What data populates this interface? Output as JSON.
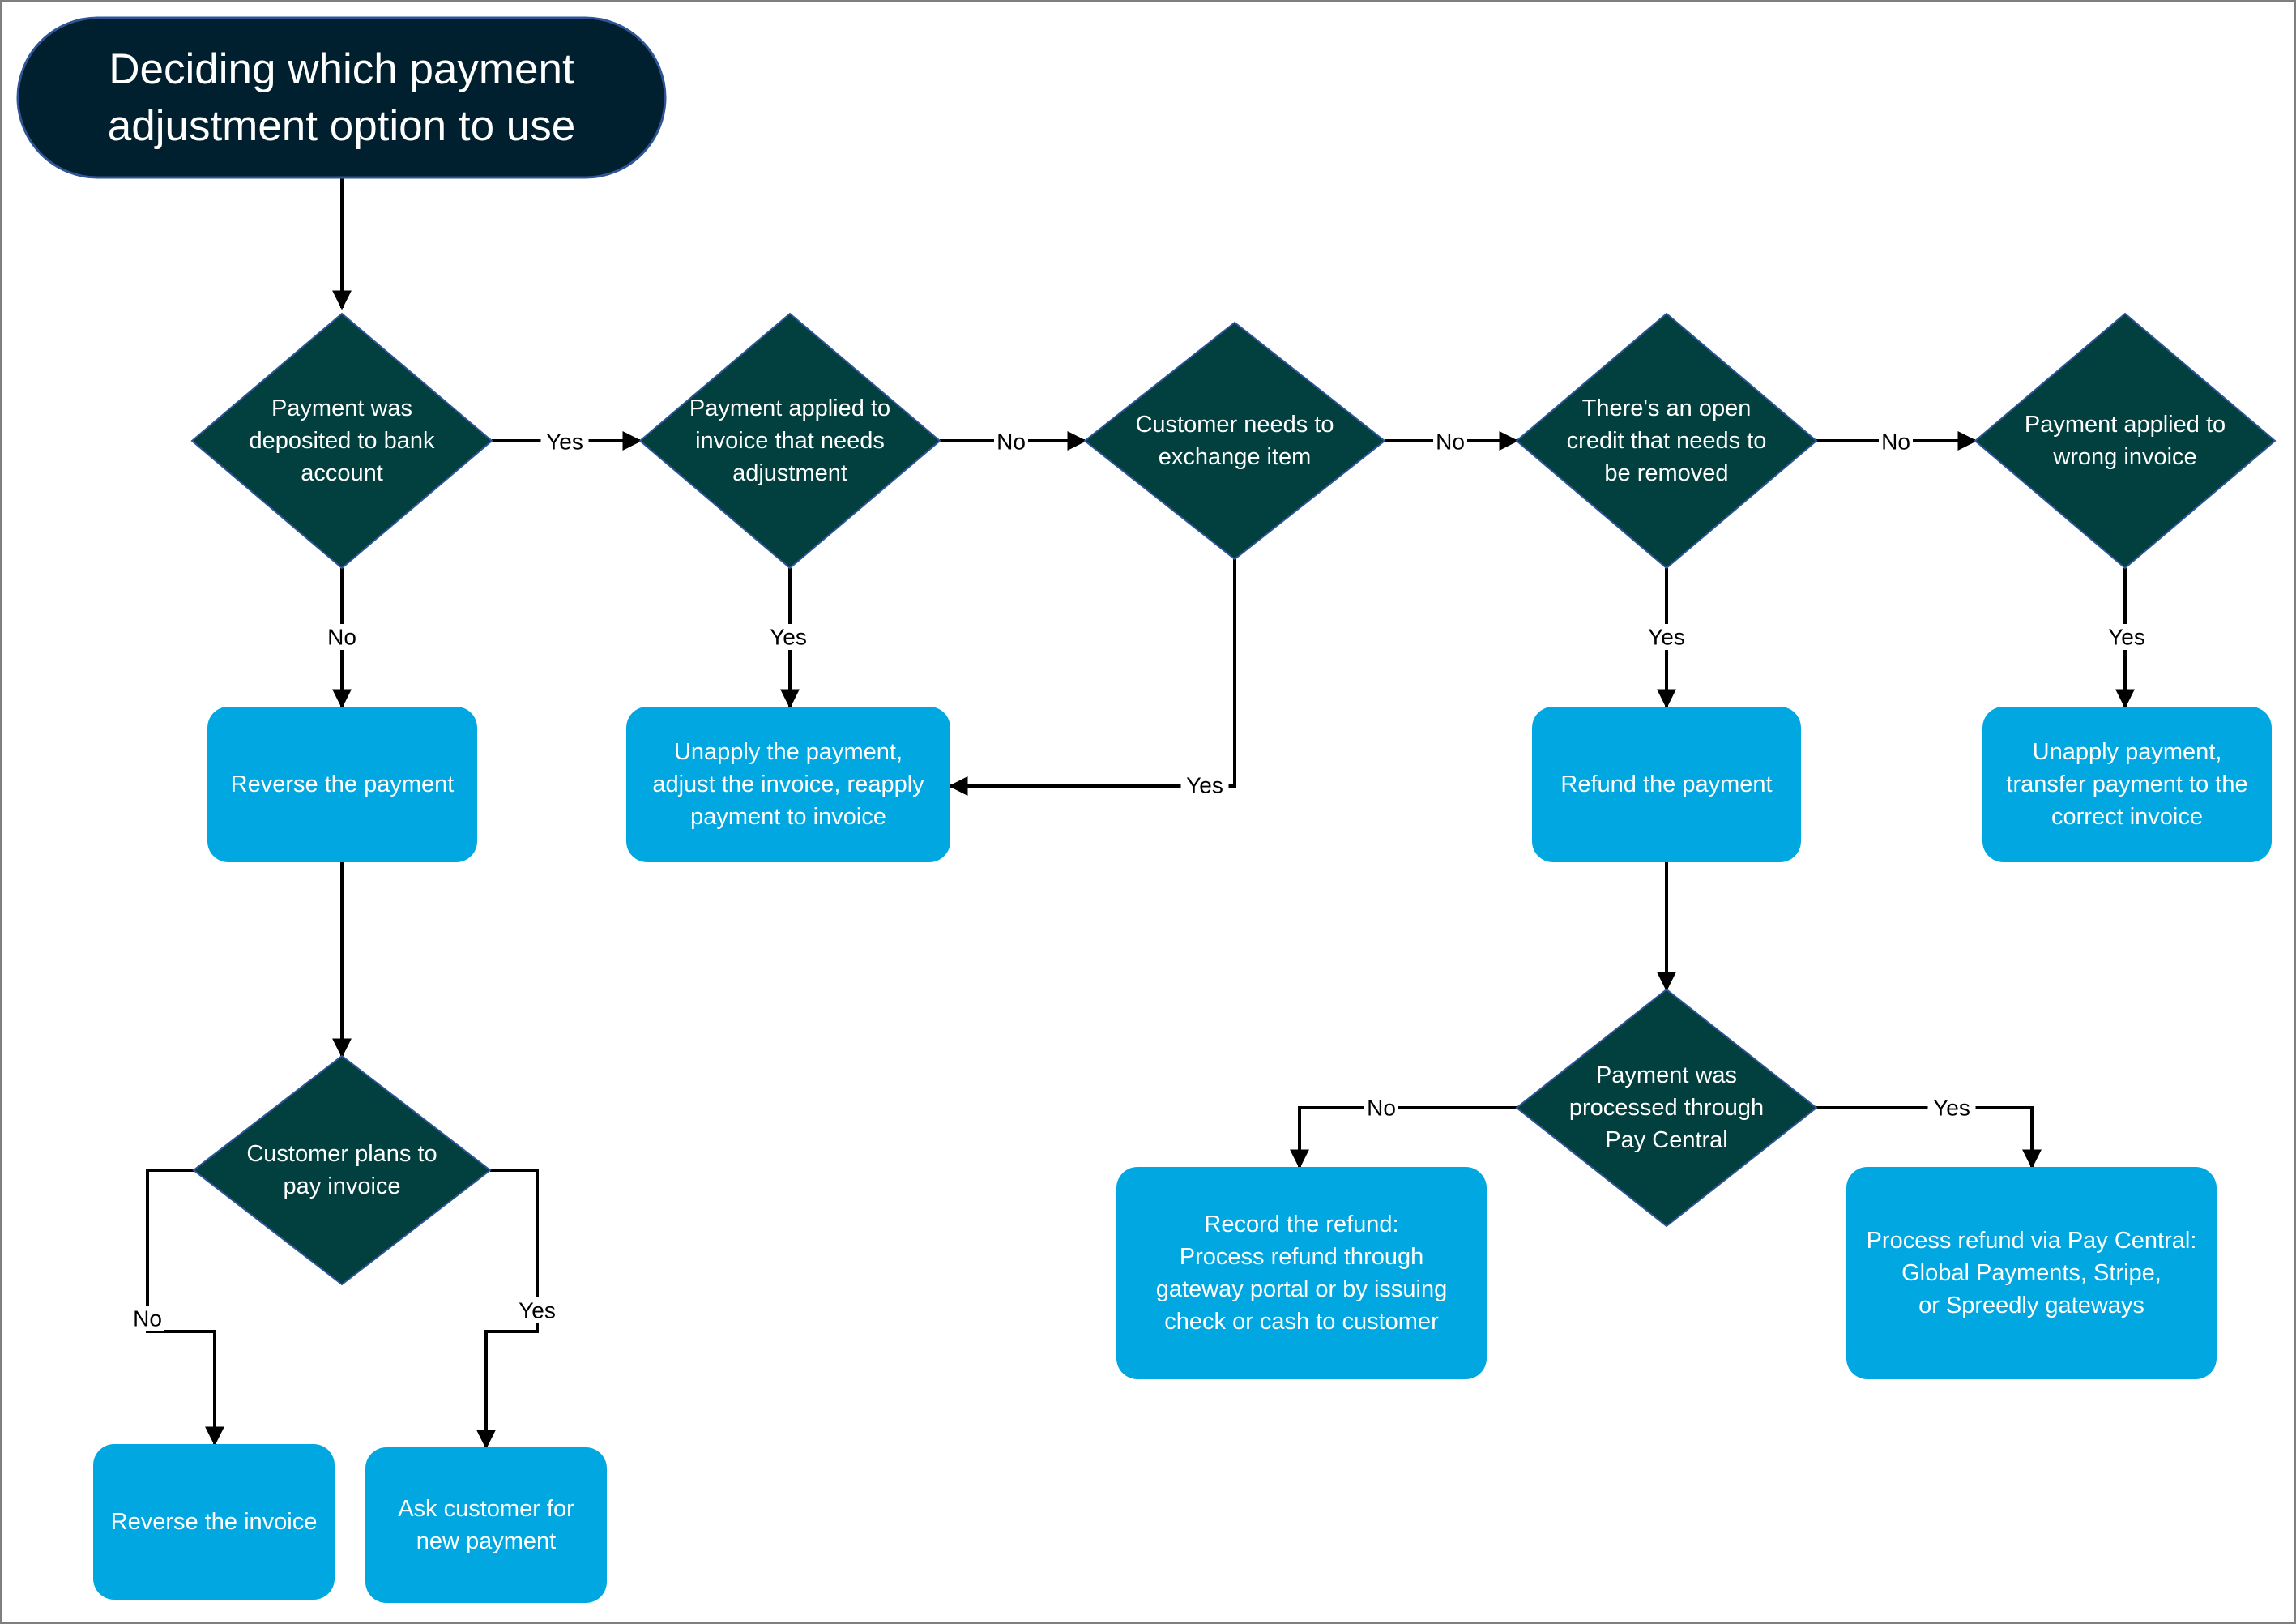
{
  "title": {
    "lines": [
      "Deciding which payment",
      "adjustment option to use"
    ]
  },
  "colors": {
    "title_fill": "#00202f",
    "decision_fill": "#01403f",
    "action_fill": "#00a7e1",
    "border": "#2f5597",
    "line": "#000000",
    "text": "#ffffff"
  },
  "nodes": {
    "d1": {
      "kind": "decision",
      "lines": [
        "Payment was",
        "deposited to bank",
        "account"
      ]
    },
    "d2": {
      "kind": "decision",
      "lines": [
        "Payment applied to",
        "invoice that needs",
        "adjustment"
      ]
    },
    "d3": {
      "kind": "decision",
      "lines": [
        "Customer needs to",
        "exchange item"
      ]
    },
    "d4": {
      "kind": "decision",
      "lines": [
        "There's an open",
        "credit that needs to",
        "be removed"
      ]
    },
    "d5": {
      "kind": "decision",
      "lines": [
        "Payment applied to",
        "wrong invoice"
      ]
    },
    "a1": {
      "kind": "action",
      "lines": [
        "Reverse the payment"
      ]
    },
    "a2": {
      "kind": "action",
      "lines": [
        "Unapply the payment,",
        "adjust the invoice, reapply",
        "payment to invoice"
      ]
    },
    "a3": {
      "kind": "action",
      "lines": [
        "Refund the payment"
      ]
    },
    "a4": {
      "kind": "action",
      "lines": [
        "Unapply payment,",
        "transfer payment to the",
        "correct invoice"
      ]
    },
    "d6": {
      "kind": "decision",
      "lines": [
        "Customer plans to",
        "pay invoice"
      ]
    },
    "a5": {
      "kind": "action",
      "lines": [
        "Reverse the invoice"
      ]
    },
    "a6": {
      "kind": "action",
      "lines": [
        "Ask customer for",
        "new payment"
      ]
    },
    "d7": {
      "kind": "decision",
      "lines": [
        "Payment was",
        "processed through",
        "Pay Central"
      ]
    },
    "a7": {
      "kind": "action",
      "lines": [
        "Record the refund:",
        "Process refund through",
        "gateway portal or by issuing",
        "check or cash to customer"
      ]
    },
    "a8": {
      "kind": "action",
      "lines": [
        "Process refund via Pay Central:",
        "Global Payments, Stripe,",
        "or Spreedly gateways"
      ]
    }
  },
  "edges": [
    {
      "from": "title",
      "to": "d1",
      "label": ""
    },
    {
      "from": "d1",
      "to": "d2",
      "label": "Yes"
    },
    {
      "from": "d1",
      "to": "a1",
      "label": "No"
    },
    {
      "from": "d2",
      "to": "d3",
      "label": "No"
    },
    {
      "from": "d2",
      "to": "a2",
      "label": "Yes"
    },
    {
      "from": "d3",
      "to": "d4",
      "label": "No"
    },
    {
      "from": "d3",
      "to": "a2",
      "label": "Yes"
    },
    {
      "from": "d4",
      "to": "d5",
      "label": "No"
    },
    {
      "from": "d4",
      "to": "a3",
      "label": "Yes"
    },
    {
      "from": "d5",
      "to": "a4",
      "label": "Yes"
    },
    {
      "from": "a1",
      "to": "d6",
      "label": ""
    },
    {
      "from": "d6",
      "to": "a5",
      "label": "No"
    },
    {
      "from": "d6",
      "to": "a6",
      "label": "Yes"
    },
    {
      "from": "a3",
      "to": "d7",
      "label": ""
    },
    {
      "from": "d7",
      "to": "a7",
      "label": "No"
    },
    {
      "from": "d7",
      "to": "a8",
      "label": "Yes"
    }
  ]
}
